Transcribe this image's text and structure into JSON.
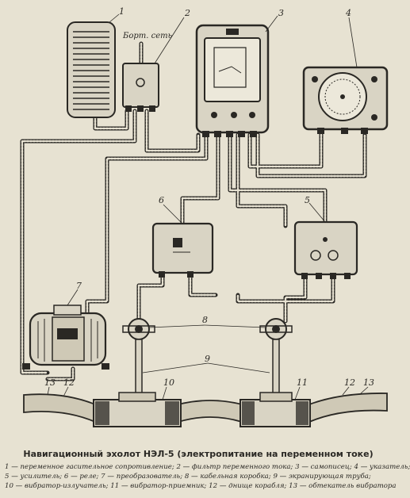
{
  "figure": {
    "supply_label": "Борт. сеть",
    "callouts": [
      "1",
      "2",
      "3",
      "4",
      "5",
      "6",
      "7",
      "8",
      "9",
      "10",
      "11",
      "12",
      "13"
    ]
  },
  "caption": {
    "title": "Навигационный эхолот НЭЛ-5 (электропитание на переменном токе)",
    "legend": [
      "1 — переменное гасительное сопротивление; 2 — фильтр переменного тока; 3 — самописец; 4 — указатель;",
      "5 — усилитель; 6 — реле; 7 — преобразователь; 8 — кабельная коробка; 9 — экранирующая труба;",
      "10 — вибратор-излучатель; 11 — вибратор-приемник; 12 — днище корабля; 13 — обтекатель вибратора"
    ]
  },
  "colors": {
    "paper": "#e7e2d2",
    "ink": "#2a2824",
    "device_fill": "#d9d4c4"
  }
}
